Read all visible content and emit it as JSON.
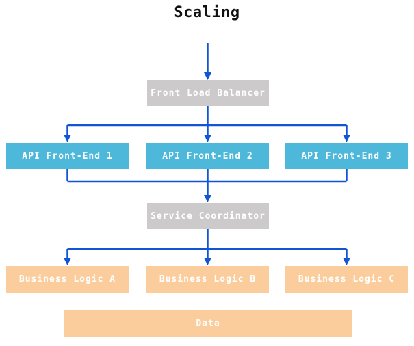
{
  "diagram": {
    "title": "Scaling",
    "type": "flowchart",
    "colors": {
      "arrow": "#1155d6",
      "load_balancer_fill": "#cccacb",
      "api_fill": "#4db8d9",
      "logic_fill": "#fbcd9d",
      "data_fill": "#fbcd9d",
      "node_text": "#ffffff",
      "title_text": "#111111",
      "background": "#ffffff"
    },
    "nodes": {
      "load_balancer": {
        "label": "Front Load Balancer"
      },
      "api_1": {
        "label": "API Front-End 1"
      },
      "api_2": {
        "label": "API Front-End 2"
      },
      "api_3": {
        "label": "API Front-End 3"
      },
      "coordinator": {
        "label": "Service Coordinator"
      },
      "logic_a": {
        "label": "Business Logic A"
      },
      "logic_b": {
        "label": "Business Logic B"
      },
      "logic_c": {
        "label": "Business Logic C"
      },
      "data_store": {
        "label": "Data"
      }
    },
    "connections": [
      {
        "from": "start",
        "to": "Front Load Balancer"
      },
      {
        "from": "Front Load Balancer",
        "to": "API Front-End 1"
      },
      {
        "from": "Front Load Balancer",
        "to": "API Front-End 2"
      },
      {
        "from": "Front Load Balancer",
        "to": "API Front-End 3"
      },
      {
        "from": "API Front-End 1",
        "to": "Service Coordinator"
      },
      {
        "from": "API Front-End 2",
        "to": "Service Coordinator"
      },
      {
        "from": "API Front-End 3",
        "to": "Service Coordinator"
      },
      {
        "from": "Service Coordinator",
        "to": "Business Logic A"
      },
      {
        "from": "Service Coordinator",
        "to": "Business Logic B"
      },
      {
        "from": "Service Coordinator",
        "to": "Business Logic C"
      }
    ]
  }
}
